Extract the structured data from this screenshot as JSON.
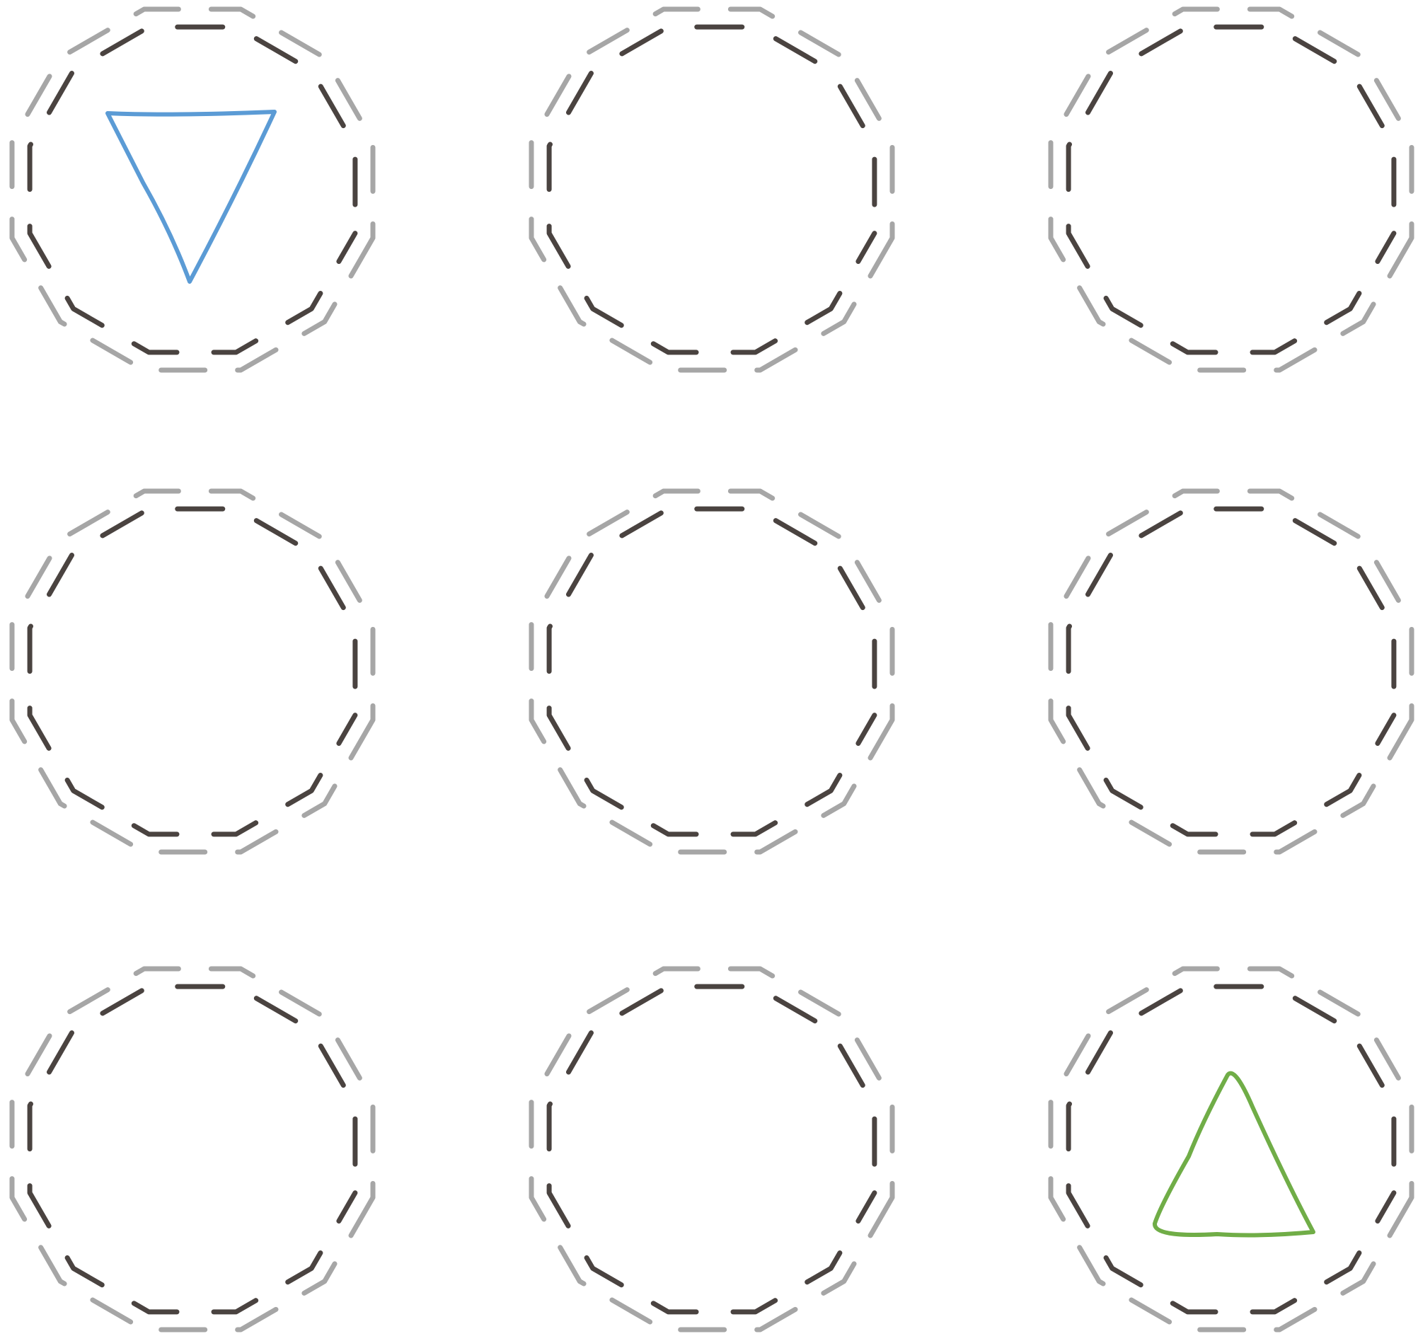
{
  "colors": {
    "background": "#ffffff",
    "outer_ring": "#a6a6a6",
    "inner_ring": "#4a4340",
    "symbol_down_triangle": "#5b9bd5",
    "symbol_up_triangle": "#70ad47"
  },
  "grid": {
    "rows": 3,
    "columns": 3
  },
  "cells": [
    {
      "row": 1,
      "column": 1,
      "symbol": "down-triangle"
    },
    {
      "row": 1,
      "column": 2,
      "symbol": "none"
    },
    {
      "row": 1,
      "column": 3,
      "symbol": "none"
    },
    {
      "row": 2,
      "column": 1,
      "symbol": "none"
    },
    {
      "row": 2,
      "column": 2,
      "symbol": "none"
    },
    {
      "row": 2,
      "column": 3,
      "symbol": "none"
    },
    {
      "row": 3,
      "column": 1,
      "symbol": "none"
    },
    {
      "row": 3,
      "column": 2,
      "symbol": "none"
    },
    {
      "row": 3,
      "column": 3,
      "symbol": "up-triangle"
    }
  ]
}
